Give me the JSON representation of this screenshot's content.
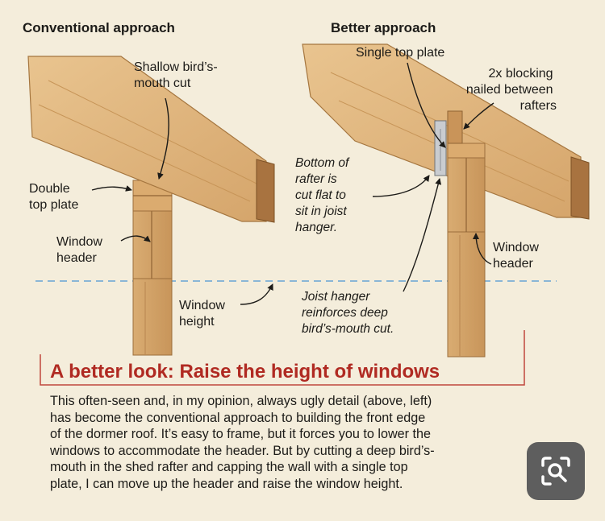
{
  "diagram": {
    "left_title": "Conventional approach",
    "right_title": "Better approach",
    "left_labels": {
      "shallow_cut": [
        "Shallow bird’s-",
        "mouth cut"
      ],
      "double_top_plate": [
        "Double",
        "top plate"
      ],
      "window_header": [
        "Window",
        "header"
      ],
      "window_height": [
        "Window",
        "height"
      ]
    },
    "right_labels": {
      "single_top_plate": "Single top plate",
      "blocking": [
        "2x blocking",
        "nailed between",
        "rafters"
      ],
      "rafter_bottom": [
        "Bottom of",
        "rafter is",
        "cut flat to",
        "sit in joist",
        "hanger."
      ],
      "window_header": [
        "Window",
        "header"
      ],
      "joist_hanger": [
        "Joist hanger",
        "reinforces deep",
        "bird’s-mouth cut."
      ]
    }
  },
  "caption": {
    "heading_bold": "A better look:",
    "heading_rest": " Raise the height of windows",
    "body_lines": [
      "This often-seen and, in my opinion, always ugly detail (above, left)",
      "has become the conventional approach to building the front edge",
      "of the dormer roof. It’s easy to frame, but it forces you to lower the",
      "windows to accommodate the header. But by cutting a deep bird’s-",
      "mouth in the shed rafter and capping the wall with a single top",
      "plate, I can move up the header and raise the window height."
    ]
  },
  "colors": {
    "background": "#f4eddb",
    "wood": "#dfb57e",
    "wood_dark": "#b7834a",
    "heading_red": "#b02a22",
    "dashed_line": "#8ab6d6"
  },
  "icons": {
    "lens_button": "search-lens-icon"
  }
}
